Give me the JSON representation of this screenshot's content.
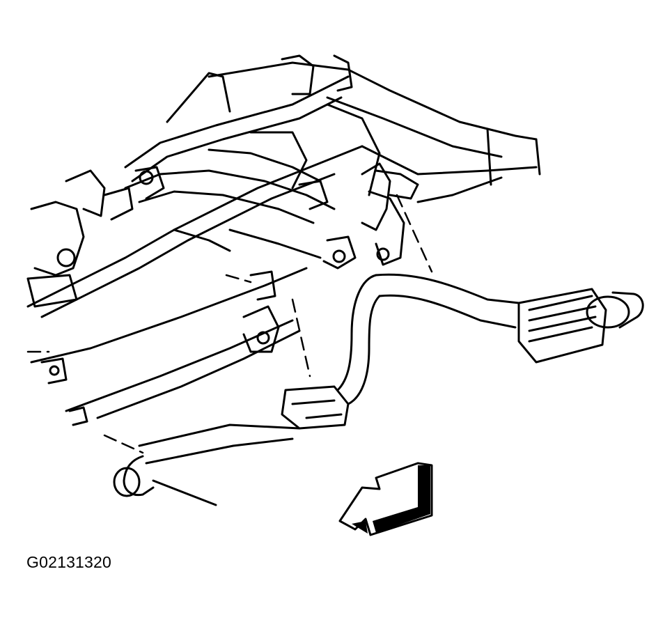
{
  "figure": {
    "code": "G02131320"
  },
  "colors": {
    "line": "#000000",
    "background": "#ffffff"
  },
  "parts": [
    {
      "id": "frame-rails",
      "icon": "frame-rails"
    },
    {
      "id": "crossmember",
      "icon": "crossmember"
    },
    {
      "id": "exhaust-pipe",
      "icon": "exhaust-pipe"
    },
    {
      "id": "muffler",
      "icon": "muffler"
    },
    {
      "id": "resonator",
      "icon": "resonator"
    },
    {
      "id": "tailpipe",
      "icon": "tailpipe"
    },
    {
      "id": "front-direction-arrow",
      "icon": "arrow-icon"
    }
  ]
}
